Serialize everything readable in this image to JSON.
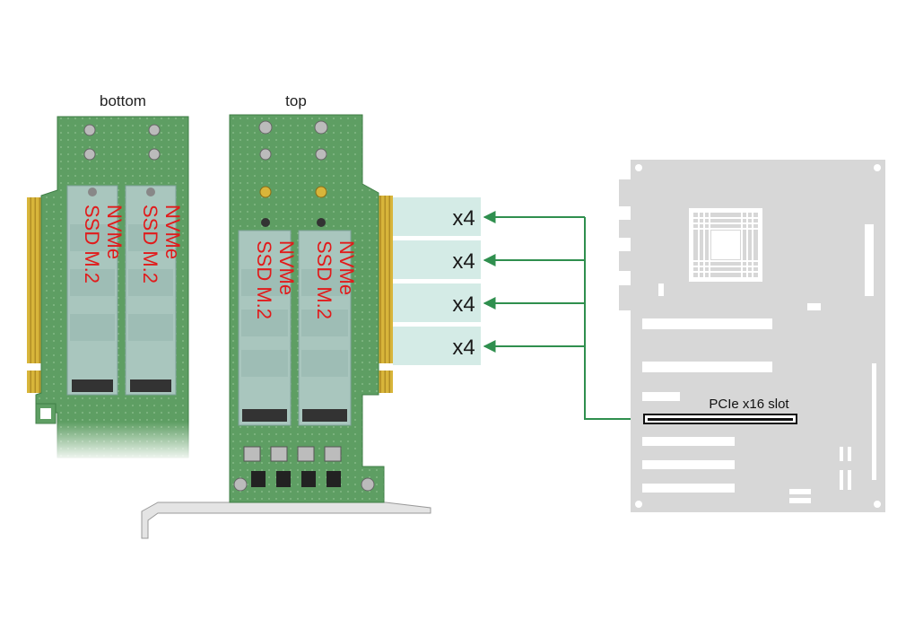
{
  "labels": {
    "bottom": "bottom",
    "top": "top",
    "ssd_line1": "SSD M.2",
    "ssd_line2": "NVMe",
    "pcie_slot": "PCIe x16 slot"
  },
  "lanes": [
    "x4",
    "x4",
    "x4",
    "x4"
  ],
  "colors": {
    "pcb": "#5e9e63",
    "pcb_dark": "#3f7e46",
    "ssd": "#a9c6be",
    "ssd_text": "#e11b1b",
    "gold": "#d8b53a",
    "arrow": "#2f8f4e",
    "lane_band": "#d4ebe6",
    "motherboard": "#d7d7d7"
  }
}
